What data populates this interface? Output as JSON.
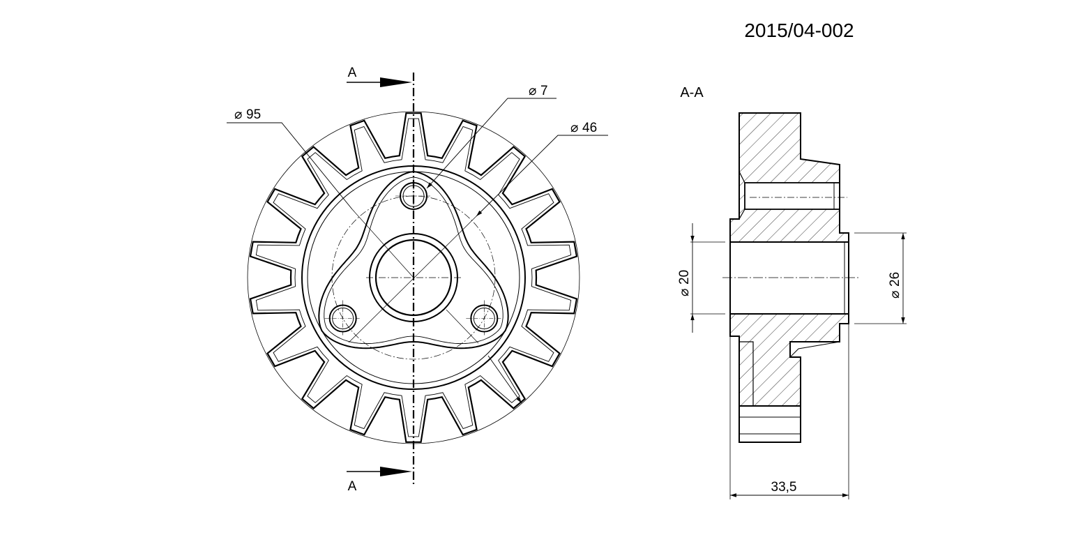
{
  "drawing_number": "2015/04-002",
  "section_label": "A-A",
  "section_marks": {
    "top": "A",
    "bottom": "A"
  },
  "front_view": {
    "tooth_count": 18,
    "dimensions": {
      "outer_diameter": "95",
      "bolt_hole_diameter": "7",
      "pitch_circle_diameter": "46"
    },
    "diameter_symbol": "⌀"
  },
  "section_view": {
    "dimensions": {
      "bore_diameter": "20",
      "step_diameter": "26",
      "overall_length": "33,5"
    }
  }
}
